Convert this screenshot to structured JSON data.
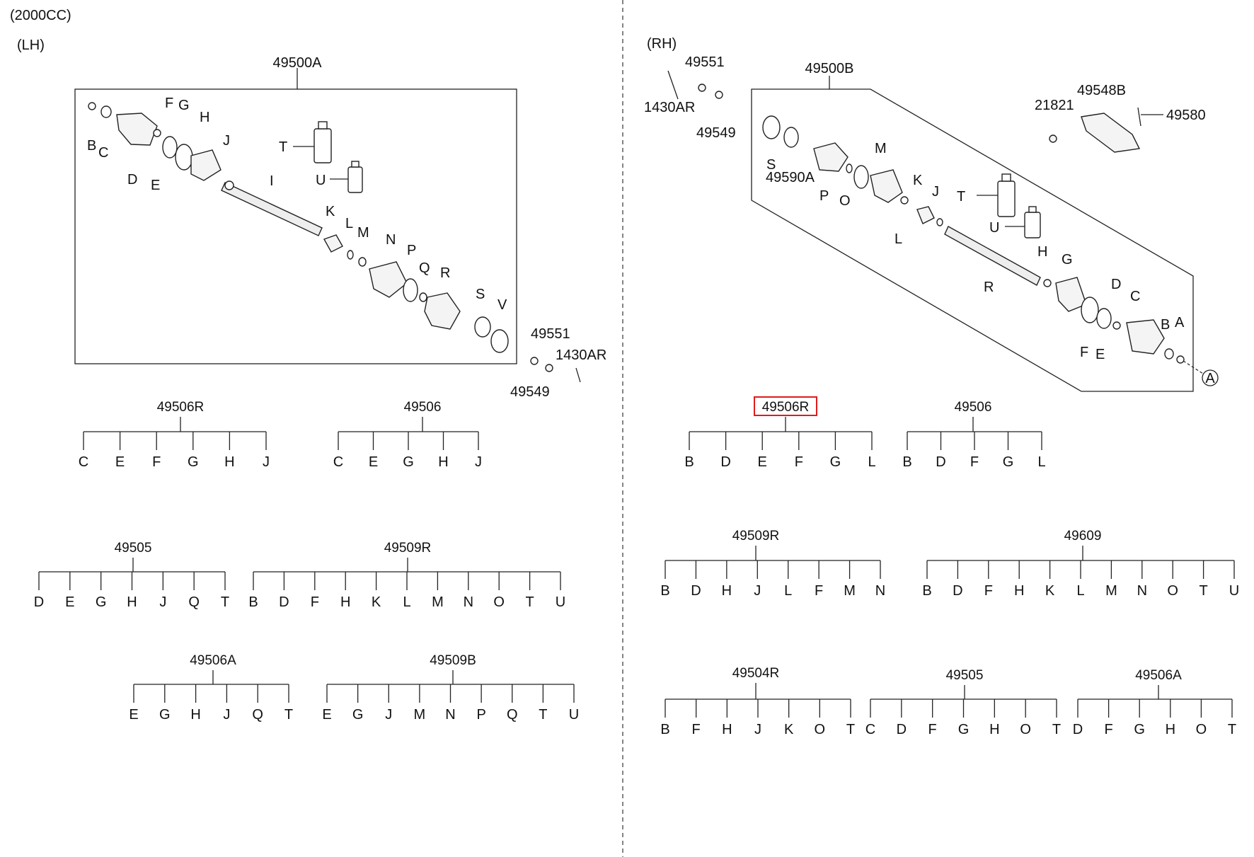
{
  "header": {
    "engine": "(2000CC)",
    "lh": "(LH)",
    "rh": "(RH)"
  },
  "lh_diagram": {
    "assembly": "49500A",
    "letters": [
      "B",
      "C",
      "D",
      "E",
      "F",
      "G",
      "H",
      "J",
      "I",
      "K",
      "L",
      "M",
      "N",
      "P",
      "Q",
      "R",
      "S",
      "T",
      "U",
      "V"
    ],
    "outside": [
      "49551",
      "1430AR",
      "49549"
    ]
  },
  "rh_diagram": {
    "assembly": "49500B",
    "letters": [
      "S",
      "49590A",
      "P",
      "O",
      "M",
      "K",
      "J",
      "L",
      "T",
      "U",
      "R",
      "H",
      "G",
      "D",
      "C",
      "F",
      "E",
      "B",
      "A"
    ],
    "outside": [
      "49551",
      "1430AR",
      "49549",
      "21821",
      "49548B",
      "49580"
    ],
    "callout": "A"
  },
  "kit_groups": [
    {
      "code": "49506R",
      "parts": [
        "C",
        "E",
        "F",
        "G",
        "H",
        "J"
      ],
      "highlight": false
    },
    {
      "code": "49506",
      "parts": [
        "C",
        "E",
        "G",
        "H",
        "J"
      ],
      "highlight": false
    },
    {
      "code": "49505",
      "parts": [
        "D",
        "E",
        "G",
        "H",
        "J",
        "Q",
        "T"
      ],
      "highlight": false
    },
    {
      "code": "49509R",
      "parts": [
        "B",
        "D",
        "F",
        "H",
        "K",
        "L",
        "M",
        "N",
        "O",
        "T",
        "U"
      ],
      "highlight": false
    },
    {
      "code": "49506A",
      "parts": [
        "E",
        "G",
        "H",
        "J",
        "Q",
        "T"
      ],
      "highlight": false
    },
    {
      "code": "49509B",
      "parts": [
        "E",
        "G",
        "J",
        "M",
        "N",
        "P",
        "Q",
        "T",
        "U"
      ],
      "highlight": false
    },
    {
      "code": "49506R",
      "parts": [
        "B",
        "D",
        "E",
        "F",
        "G",
        "L"
      ],
      "highlight": true
    },
    {
      "code": "49506",
      "parts": [
        "B",
        "D",
        "F",
        "G",
        "L"
      ],
      "highlight": false
    },
    {
      "code": "49509R",
      "parts": [
        "B",
        "D",
        "H",
        "J",
        "L",
        "F",
        "M",
        "N"
      ],
      "highlight": false
    },
    {
      "code": "49609",
      "parts": [
        "B",
        "D",
        "F",
        "H",
        "K",
        "L",
        "M",
        "N",
        "O",
        "T",
        "U"
      ],
      "highlight": false
    },
    {
      "code": "49504R",
      "parts": [
        "B",
        "F",
        "H",
        "J",
        "K",
        "O",
        "T"
      ],
      "highlight": false
    },
    {
      "code": "49505",
      "parts": [
        "C",
        "D",
        "F",
        "G",
        "H",
        "O",
        "T"
      ],
      "highlight": false
    },
    {
      "code": "49506A",
      "parts": [
        "D",
        "F",
        "G",
        "H",
        "O",
        "T"
      ],
      "highlight": false
    }
  ]
}
